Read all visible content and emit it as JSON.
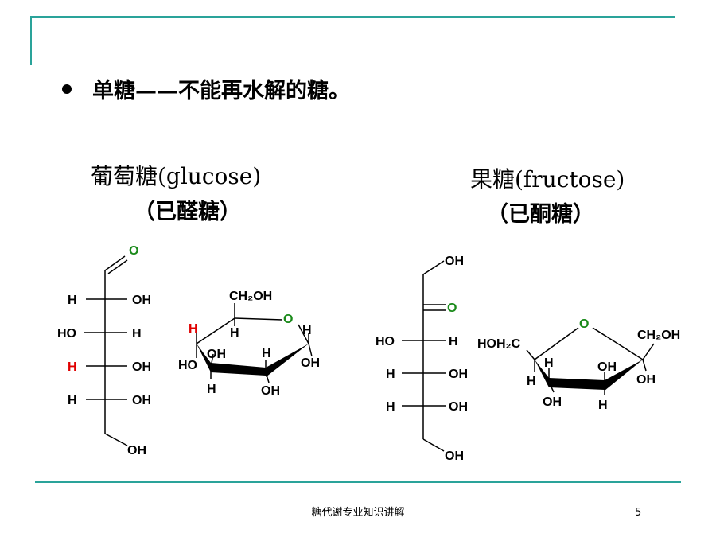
{
  "heading": "单糖——不能再水解的糖。",
  "glucose": {
    "title": "葡萄糖(glucose)",
    "subtitle": "（已醛糖）",
    "chain": {
      "top_o": "O",
      "rows": [
        {
          "left": "H",
          "right": "OH"
        },
        {
          "left": "HO",
          "right": "H"
        },
        {
          "left": "H",
          "right": "OH"
        },
        {
          "left": "H",
          "right": "OH"
        }
      ],
      "bottom": "OH"
    },
    "ring": {
      "ch2oh": "CH₂OH",
      "ring_o": "O",
      "top_h_red": "H",
      "top_h": "H",
      "right_h": "H",
      "oh1": "OH",
      "oh2": "H",
      "ho": "HO",
      "bottom_h": "H",
      "bottom_oh": "OH",
      "right_oh": "OH"
    },
    "colors": {
      "oxygen": "#1a8a1a",
      "highlight": "#e00000"
    }
  },
  "fructose": {
    "title": "果糖(fructose)",
    "subtitle": "（已酮糖）",
    "chain": {
      "top": "OH",
      "ketone_o": "O",
      "rows": [
        {
          "left": "HO",
          "right": "H"
        },
        {
          "left": "H",
          "right": "OH"
        },
        {
          "left": "H",
          "right": "OH"
        }
      ],
      "bottom": "OH"
    },
    "ring": {
      "ring_o": "O",
      "left_group": "HOH₂C",
      "right_group": "CH₂OH",
      "h_top_left": "H",
      "h_left": "H",
      "oh_mid": "OH",
      "oh_right": "OH",
      "oh_bottom": "OH",
      "h_bottom": "H"
    }
  },
  "footer": "糖代谢专业知识讲解",
  "page_number": "5"
}
